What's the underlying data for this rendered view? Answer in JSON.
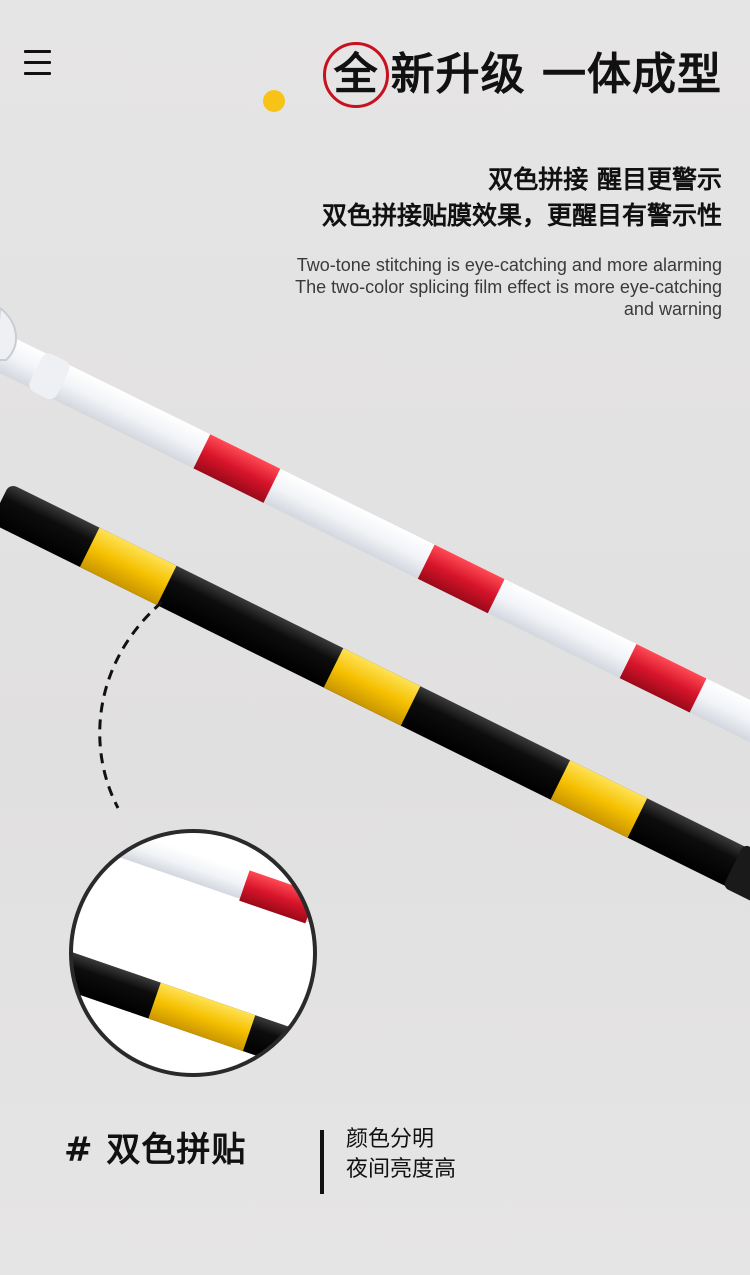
{
  "header": {
    "menu_icon": "hamburger-menu-icon",
    "headline_circled": "全",
    "headline_rest": "新升级  一体成型",
    "accent_dot_color": "#f7c316",
    "accent_ring_color": "#c8101f"
  },
  "subtitle_cn": {
    "line1": "双色拼接 醒目更警示",
    "line2": "双色拼接贴膜效果，更醒目有警示性"
  },
  "subtitle_en": {
    "line1": "Two-tone stitching is eye-catching and more alarming",
    "line2": "The two-color splicing film effect is more eye-catching",
    "line3": "and warning"
  },
  "product": {
    "pole_white_red": {
      "base_color": "#f2f4f8",
      "band_color": "#d7142a"
    },
    "pole_black_yellow": {
      "base_color": "#111111",
      "band_color": "#f5c000"
    }
  },
  "feature": {
    "title": "# 双色拼贴",
    "desc_line1": "颜色分明",
    "desc_line2": "夜间亮度高"
  }
}
